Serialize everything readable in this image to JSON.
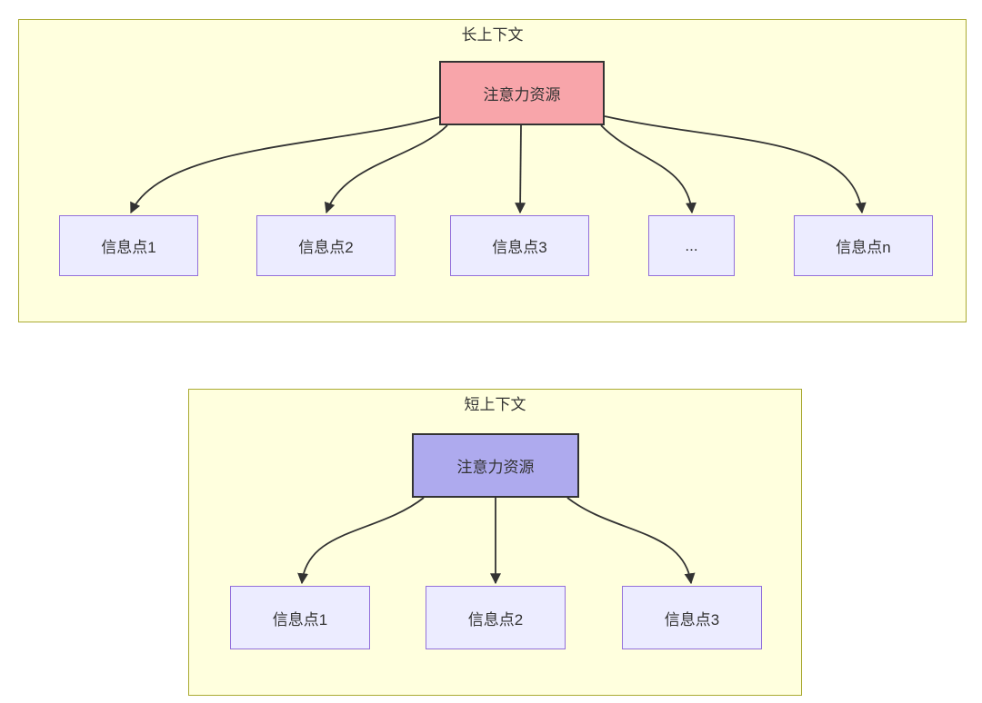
{
  "diagram": {
    "kind": "flowchart-comparison",
    "colors": {
      "panel_fill": "#ffffde",
      "panel_border": "#aaaa33",
      "attention_long_fill": "#f8a5aa",
      "attention_short_fill": "#aeaaee",
      "info_node_fill": "#ececff",
      "info_node_border": "#9370db",
      "edge_color": "#333333",
      "text_color": "#333333"
    },
    "panels": [
      {
        "title": "长上下文",
        "attention": {
          "label": "注意力资源",
          "fill": "#f8a5aa"
        },
        "nodes": [
          {
            "label": "信息点1"
          },
          {
            "label": "信息点2"
          },
          {
            "label": "信息点3"
          },
          {
            "label": "..."
          },
          {
            "label": "信息点n"
          }
        ],
        "edges": [
          {
            "from": "注意力资源",
            "to": "信息点1"
          },
          {
            "from": "注意力资源",
            "to": "信息点2"
          },
          {
            "from": "注意力资源",
            "to": "信息点3"
          },
          {
            "from": "注意力资源",
            "to": "..."
          },
          {
            "from": "注意力资源",
            "to": "信息点n"
          }
        ]
      },
      {
        "title": "短上下文",
        "attention": {
          "label": "注意力资源",
          "fill": "#aeaaee"
        },
        "nodes": [
          {
            "label": "信息点1"
          },
          {
            "label": "信息点2"
          },
          {
            "label": "信息点3"
          }
        ],
        "edges": [
          {
            "from": "注意力资源",
            "to": "信息点1"
          },
          {
            "from": "注意力资源",
            "to": "信息点2"
          },
          {
            "from": "注意力资源",
            "to": "信息点3"
          }
        ]
      }
    ]
  }
}
